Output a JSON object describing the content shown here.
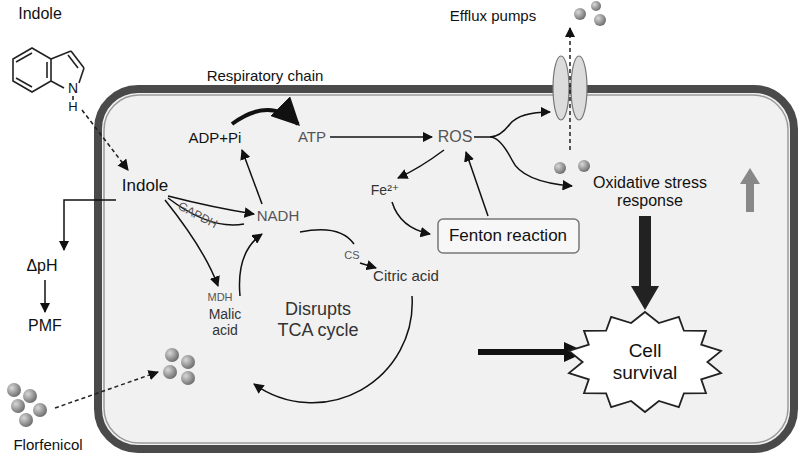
{
  "diagram": {
    "nodes": [
      {
        "text": [
          "Fenton reaction"
        ]
      },
      {
        "text": [
          "Cell survival"
        ]
      }
    ],
    "labels": [
      "Indole",
      "N",
      "H",
      "Respiratory chain",
      "Efflux pumps",
      "Indole",
      "ADP+Pi",
      "ATP",
      "ROS",
      "Fe²⁺",
      "Oxidative stress response",
      "GAPDH",
      "NADH",
      "CS",
      "Citric acid",
      "MDH",
      "Malic acid",
      "Disrupts TCA cycle",
      "ΔpH",
      "PMF",
      "Florfenicol"
    ]
  }
}
